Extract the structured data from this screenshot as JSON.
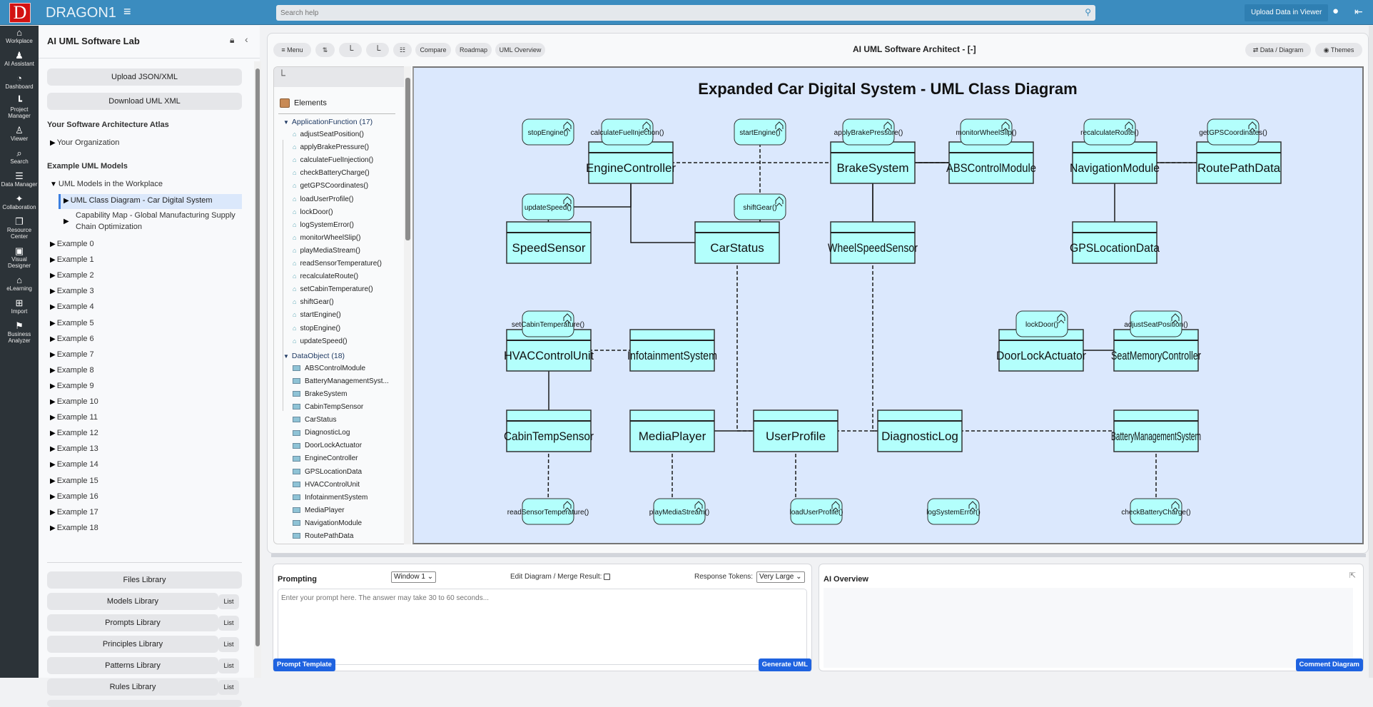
{
  "app": {
    "logo_letter": "D",
    "brand": "DRAGON1"
  },
  "search": {
    "placeholder": "Search help"
  },
  "topbar": {
    "upload_label": "Upload Data in Viewer"
  },
  "leftnav": [
    {
      "label": "Workplace",
      "icon": "home-icon"
    },
    {
      "label": "AI Assistant",
      "icon": "user-plus-icon"
    },
    {
      "label": "Dashboard",
      "icon": "gauge-icon"
    },
    {
      "label": "Project Manager",
      "icon": "chart-icon"
    },
    {
      "label": "Viewer",
      "icon": "viewer-icon"
    },
    {
      "label": "Search",
      "icon": "search-icon"
    },
    {
      "label": "Data Manager",
      "icon": "list-icon"
    },
    {
      "label": "Collaboration",
      "icon": "puzzle-icon"
    },
    {
      "label": "Resource Center",
      "icon": "copy-icon"
    },
    {
      "label": "Visual Designer",
      "icon": "image-icon"
    },
    {
      "label": "eLearning",
      "icon": "graduation-icon"
    },
    {
      "label": "Import",
      "icon": "grid-icon"
    },
    {
      "label": "Business Analyzer",
      "icon": "flag-icon"
    }
  ],
  "sidepanel": {
    "title": "AI UML Software Lab",
    "upload_btn": "Upload JSON/XML",
    "download_btn": "Download UML XML",
    "atlas_heading": "Your Software Architecture Atlas",
    "atlas_item": "Your Organization",
    "examples_heading": "Example UML Models",
    "workplace_folder": "UML Models in the Workplace",
    "selected_item": "UML Class Diagram - Car Digital System",
    "capability_item": "Capability Map - Global Manufacturing Supply Chain Optimization",
    "examples": [
      "Example 0",
      "Example 1",
      "Example 2",
      "Example 3",
      "Example 4",
      "Example 5",
      "Example 6",
      "Example 7",
      "Example 8",
      "Example 9",
      "Example 10",
      "Example 11",
      "Example 12",
      "Example 13",
      "Example 14",
      "Example 15",
      "Example 16",
      "Example 17",
      "Example 18"
    ],
    "files_library": "Files Library",
    "libraries": [
      "Models Library",
      "Prompts Library",
      "Principles Library",
      "Patterns Library",
      "Rules Library"
    ],
    "list_label": "List"
  },
  "toolbar": {
    "menu": "Menu",
    "compare": "Compare",
    "roadmap": "Roadmap",
    "uml_overview": "UML Overview",
    "title": "AI UML Software Architect - [-]",
    "data_diagram": "Data / Diagram",
    "themes": "Themes"
  },
  "elements": {
    "heading": "Elements",
    "groups": [
      {
        "label": "ApplicationFunction (17)",
        "items": [
          "adjustSeatPosition()",
          "applyBrakePressure()",
          "calculateFuelInjection()",
          "checkBatteryCharge()",
          "getGPSCoordinates()",
          "loadUserProfile()",
          "lockDoor()",
          "logSystemError()",
          "monitorWheelSlip()",
          "playMediaStream()",
          "readSensorTemperature()",
          "recalculateRoute()",
          "setCabinTemperature()",
          "shiftGear()",
          "startEngine()",
          "stopEngine()",
          "updateSpeed()"
        ]
      },
      {
        "label": "DataObject (18)",
        "items": [
          "ABSControlModule",
          "BatteryManagementSyst...",
          "BrakeSystem",
          "CabinTempSensor",
          "CarStatus",
          "DiagnosticLog",
          "DoorLockActuator",
          "EngineController",
          "GPSLocationData",
          "HVACControlUnit",
          "InfotainmentSystem",
          "MediaPlayer",
          "NavigationModule",
          "RoutePathData"
        ]
      }
    ]
  },
  "diagram": {
    "title": "Expanded Car Digital System - UML Class Diagram",
    "fill_color": "#b3fffc",
    "background": "#dbe8fd",
    "classes": [
      {
        "id": "EngineController",
        "label": "EngineController"
      },
      {
        "id": "SpeedSensor",
        "label": "SpeedSensor"
      },
      {
        "id": "CarStatus",
        "label": "CarStatus"
      },
      {
        "id": "BrakeSystem",
        "label": "BrakeSystem"
      },
      {
        "id": "ABSControlModule",
        "label": "ABSControlModule"
      },
      {
        "id": "WheelSpeedSensor",
        "label": "WheelSpeedSensor"
      },
      {
        "id": "NavigationModule",
        "label": "NavigationModule"
      },
      {
        "id": "RoutePathData",
        "label": "RoutePathData"
      },
      {
        "id": "GPSLocationData",
        "label": "GPSLocationData"
      },
      {
        "id": "HVACControlUnit",
        "label": "HVACControlUnit"
      },
      {
        "id": "InfotainmentSystem",
        "label": "InfotainmentSystem"
      },
      {
        "id": "DoorLockActuator",
        "label": "DoorLockActuator"
      },
      {
        "id": "SeatMemoryController",
        "label": "SeatMemoryController"
      },
      {
        "id": "CabinTempSensor",
        "label": "CabinTempSensor"
      },
      {
        "id": "MediaPlayer",
        "label": "MediaPlayer"
      },
      {
        "id": "UserProfile",
        "label": "UserProfile"
      },
      {
        "id": "DiagnosticLog",
        "label": "DiagnosticLog"
      },
      {
        "id": "BatteryManagementSystem",
        "label": "BatteryManagementSystem"
      }
    ],
    "functions": [
      {
        "id": "stopEngine",
        "label": "stopEngine()"
      },
      {
        "id": "calculateFuelInjection",
        "label": "calculateFuelInjection()"
      },
      {
        "id": "startEngine",
        "label": "startEngine()"
      },
      {
        "id": "updateSpeed",
        "label": "updateSpeed()"
      },
      {
        "id": "shiftGear",
        "label": "shiftGear()"
      },
      {
        "id": "applyBrakePressure",
        "label": "applyBrakePressure()"
      },
      {
        "id": "monitorWheelSlip",
        "label": "monitorWheelSlip()"
      },
      {
        "id": "recalculateRoute",
        "label": "recalculateRoute()"
      },
      {
        "id": "getGPSCoordinates",
        "label": "getGPSCoordinates()"
      },
      {
        "id": "setCabinTemperature",
        "label": "setCabinTemperature()"
      },
      {
        "id": "lockDoor",
        "label": "lockDoor()"
      },
      {
        "id": "adjustSeatPosition",
        "label": "adjustSeatPosition()"
      },
      {
        "id": "readSensorTemperature",
        "label": "readSensorTemperature()"
      },
      {
        "id": "playMediaStream",
        "label": "playMediaStream()"
      },
      {
        "id": "loadUserProfile",
        "label": "loadUserProfile()"
      },
      {
        "id": "logSystemError",
        "label": "logSystemError()"
      },
      {
        "id": "checkBatteryCharge",
        "label": "checkBatteryCharge()"
      }
    ],
    "relations": [
      {
        "from": "calculateFuelInjection",
        "to": "EngineController",
        "style": "dashed"
      },
      {
        "from": "EngineController",
        "to": "updateSpeed",
        "style": "solid"
      },
      {
        "from": "updateSpeed",
        "to": "SpeedSensor",
        "style": "solid"
      },
      {
        "from": "EngineController",
        "to": "CarStatus",
        "style": "solid"
      },
      {
        "from": "startEngine",
        "to": "CarStatus",
        "style": "dashed"
      },
      {
        "from": "shiftGear",
        "to": "CarStatus",
        "style": "dashed"
      },
      {
        "from": "EngineController",
        "to": "BrakeSystem",
        "style": "dashed"
      },
      {
        "from": "CarStatus",
        "to": "UserProfile",
        "style": "dashed"
      },
      {
        "from": "applyBrakePressure",
        "to": "BrakeSystem",
        "style": "dashed"
      },
      {
        "from": "BrakeSystem",
        "to": "WheelSpeedSensor",
        "style": "solid"
      },
      {
        "from": "BrakeSystem",
        "to": "ABSControlModule",
        "style": "solid"
      },
      {
        "from": "WheelSpeedSensor",
        "to": "ABSControlModule",
        "style": "solid"
      },
      {
        "from": "BrakeSystem",
        "to": "ABSControlModule",
        "style": "dashed"
      },
      {
        "from": "WheelSpeedSensor",
        "to": "DiagnosticLog",
        "style": "dashed"
      },
      {
        "from": "monitorWheelSlip",
        "to": "ABSControlModule",
        "style": "dashed"
      },
      {
        "from": "recalculateRoute",
        "to": "NavigationModule",
        "style": "dashed"
      },
      {
        "from": "NavigationModule",
        "to": "RoutePathData",
        "style": "solid"
      },
      {
        "from": "NavigationModule",
        "to": "RoutePathData",
        "style": "dashed"
      },
      {
        "from": "getGPSCoordinates",
        "to": "RoutePathData",
        "style": "dashed"
      },
      {
        "from": "NavigationModule",
        "to": "GPSLocationData",
        "style": "solid"
      },
      {
        "from": "setCabinTemperature",
        "to": "HVACControlUnit",
        "style": "dashed"
      },
      {
        "from": "HVACControlUnit",
        "to": "InfotainmentSystem",
        "style": "dashed"
      },
      {
        "from": "HVACControlUnit",
        "to": "CabinTempSensor",
        "style": "solid"
      },
      {
        "from": "lockDoor",
        "to": "DoorLockActuator",
        "style": "dashed"
      },
      {
        "from": "DoorLockActuator",
        "to": "SeatMemoryController",
        "style": "solid"
      },
      {
        "from": "adjustSeatPosition",
        "to": "SeatMemoryController",
        "style": "dashed"
      },
      {
        "from": "CabinTempSensor",
        "to": "readSensorTemperature",
        "style": "dashed"
      },
      {
        "from": "MediaPlayer",
        "to": "playMediaStream",
        "style": "dashed"
      },
      {
        "from": "MediaPlayer",
        "to": "UserProfile",
        "style": "solid"
      },
      {
        "from": "UserProfile",
        "to": "loadUserProfile",
        "style": "dashed"
      },
      {
        "from": "UserProfile",
        "to": "DiagnosticLog",
        "style": "dashed"
      },
      {
        "from": "DiagnosticLog",
        "to": "BatteryManagementSystem",
        "style": "dashed"
      },
      {
        "from": "BatteryManagementSystem",
        "to": "checkBatteryCharge",
        "style": "dashed"
      }
    ]
  },
  "prompting": {
    "label": "Prompting",
    "window_select": "Window 1",
    "edit_label": "Edit Diagram / Merge Result:",
    "edit_checked": false,
    "tokens_label": "Response Tokens:",
    "tokens_select": "Very Large",
    "placeholder": "Enter your prompt here. The answer may take 30 to 60 seconds...",
    "template_btn": "Prompt Template",
    "generate_btn": "Generate UML"
  },
  "ai_overview": {
    "label": "AI Overview",
    "comment_btn": "Comment Diagram"
  }
}
